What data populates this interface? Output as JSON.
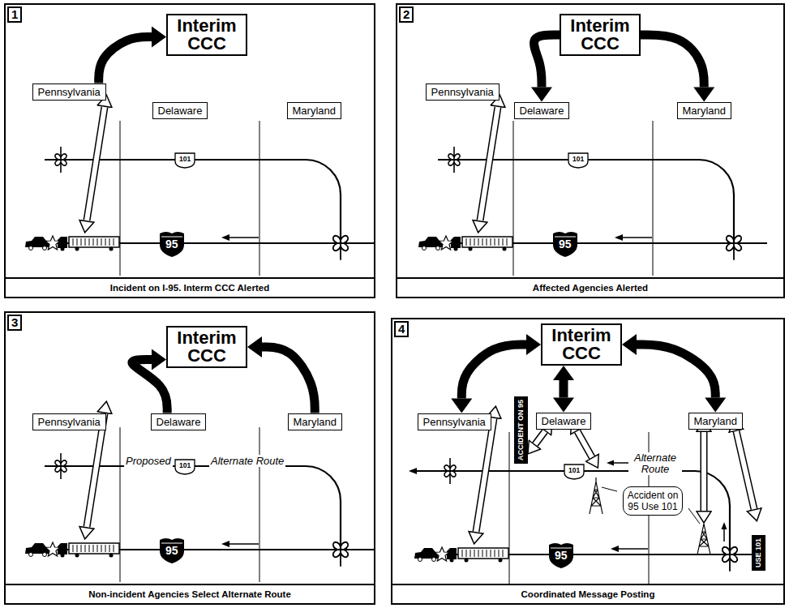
{
  "diagram": {
    "nodes": [
      {
        "text": [
          "1",
          "Incident on I-95. Interm CCC Alerted"
        ]
      },
      {
        "text": [
          "Interim CCC"
        ],
        "in": 0
      },
      {
        "text": [
          "Pennsylvania"
        ],
        "in": 0
      },
      {
        "text": [
          "Delaware"
        ],
        "in": 0
      },
      {
        "text": [
          "Maryland"
        ],
        "in": 0
      },
      {
        "text": [
          "2",
          "Affected Agencies Alerted"
        ]
      },
      {
        "text": [
          "Interim CCC"
        ],
        "in": 5
      },
      {
        "text": [
          "Pennsylvania"
        ],
        "in": 5
      },
      {
        "text": [
          "Delaware"
        ],
        "in": 5
      },
      {
        "text": [
          "Maryland"
        ],
        "in": 5
      },
      {
        "text": [
          "3",
          "Non-incident Agencies Select Alternate Route"
        ]
      },
      {
        "text": [
          "Interim CCC"
        ],
        "in": 10
      },
      {
        "text": [
          "Pennsylvania"
        ],
        "in": 10
      },
      {
        "text": [
          "Delaware"
        ],
        "in": 10
      },
      {
        "text": [
          "Maryland"
        ],
        "in": 10
      },
      {
        "text": [
          "4",
          "Coordinated Message Posting"
        ]
      },
      {
        "text": [
          "Interim CCC"
        ],
        "in": 15
      },
      {
        "text": [
          "Pennsylvania"
        ],
        "in": 15
      },
      {
        "text": [
          "Delaware"
        ],
        "in": 15
      },
      {
        "text": [
          "Maryland"
        ],
        "in": 15
      },
      {
        "text": [
          "ACCIDENT ON 95"
        ],
        "in": 15
      },
      {
        "text": [
          "Accident on 95 Use 101"
        ],
        "in": 15
      },
      {
        "text": [
          "USE 101"
        ],
        "in": 15
      }
    ],
    "edges": [
      {
        "from": 2,
        "to": 1,
        "arrow": "to"
      },
      {
        "from": 6,
        "to": 8,
        "arrow": "to"
      },
      {
        "from": 6,
        "to": 9,
        "arrow": "to"
      },
      {
        "from": 13,
        "to": 11,
        "arrow": "to"
      },
      {
        "from": 14,
        "to": 11,
        "arrow": "to"
      },
      {
        "from": 16,
        "to": 17,
        "arrow": "both"
      },
      {
        "from": 16,
        "to": 18,
        "arrow": "both"
      },
      {
        "from": 16,
        "to": 19,
        "arrow": "both"
      }
    ],
    "labels": [
      "101",
      "95",
      "101",
      "95",
      "Proposed",
      "101",
      "Alternate Route",
      "95",
      "101",
      "Alternate Route",
      "95"
    ]
  }
}
